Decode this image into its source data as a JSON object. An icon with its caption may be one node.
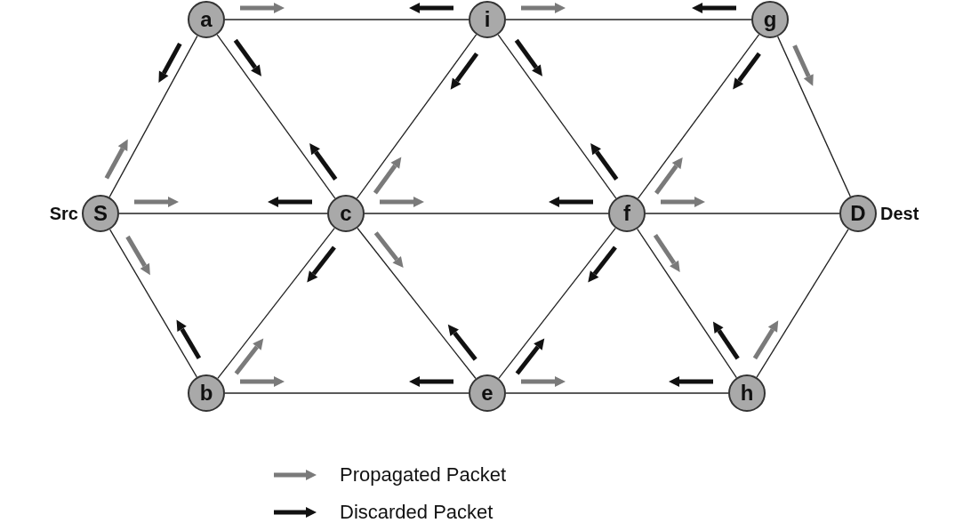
{
  "diagram": {
    "nodes": [
      {
        "text": [
          "a"
        ]
      },
      {
        "text": [
          "i"
        ]
      },
      {
        "text": [
          "g"
        ]
      },
      {
        "text": [
          "S"
        ],
        "beside": [
          "Src"
        ]
      },
      {
        "text": [
          "c"
        ]
      },
      {
        "text": [
          "f"
        ]
      },
      {
        "text": [
          "D"
        ],
        "beside": [
          "Dest"
        ]
      },
      {
        "text": [
          "b"
        ]
      },
      {
        "text": [
          "e"
        ]
      },
      {
        "text": [
          "h"
        ]
      }
    ],
    "edges": [
      {
        "from": 3,
        "to": 0,
        "arrow": "none"
      },
      {
        "from": 3,
        "to": 4,
        "arrow": "none"
      },
      {
        "from": 3,
        "to": 7,
        "arrow": "none"
      },
      {
        "from": 0,
        "to": 1,
        "arrow": "none"
      },
      {
        "from": 0,
        "to": 4,
        "arrow": "none"
      },
      {
        "from": 1,
        "to": 2,
        "arrow": "none"
      },
      {
        "from": 1,
        "to": 4,
        "arrow": "none"
      },
      {
        "from": 1,
        "to": 5,
        "arrow": "none"
      },
      {
        "from": 2,
        "to": 5,
        "arrow": "none"
      },
      {
        "from": 2,
        "to": 6,
        "arrow": "none"
      },
      {
        "from": 4,
        "to": 5,
        "arrow": "none"
      },
      {
        "from": 4,
        "to": 7,
        "arrow": "none"
      },
      {
        "from": 4,
        "to": 8,
        "arrow": "none"
      },
      {
        "from": 5,
        "to": 6,
        "arrow": "none"
      },
      {
        "from": 5,
        "to": 8,
        "arrow": "none"
      },
      {
        "from": 5,
        "to": 9,
        "arrow": "none"
      },
      {
        "from": 7,
        "to": 8,
        "arrow": "none"
      },
      {
        "from": 8,
        "to": 9,
        "arrow": "none"
      },
      {
        "from": 9,
        "to": 6,
        "arrow": "none"
      }
    ],
    "legend": [
      {
        "text": "Propagated Packet"
      },
      {
        "text": "Discarded Packet"
      }
    ]
  }
}
